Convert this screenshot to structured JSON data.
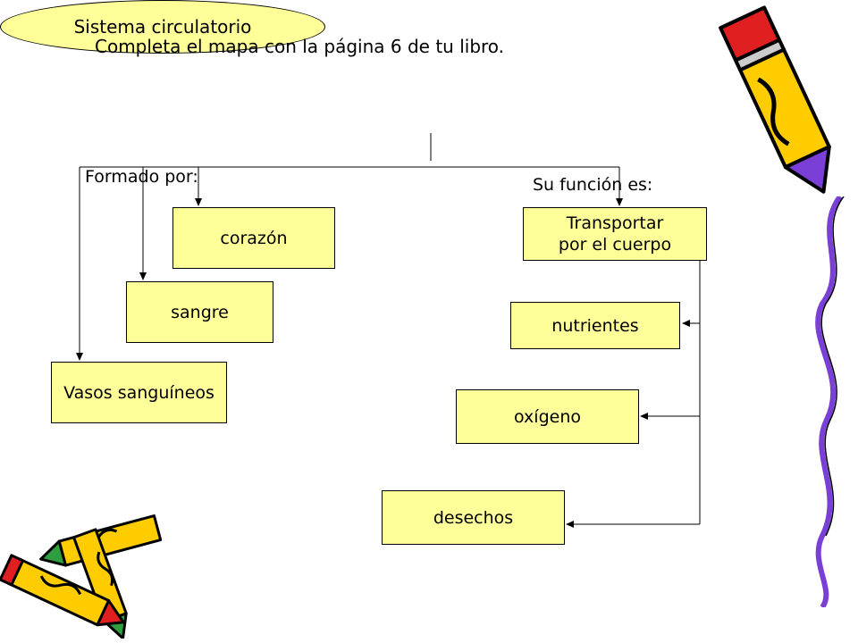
{
  "instruction": "Completa el mapa con la página 6 de tu libro.",
  "root": "Sistema circulatorio",
  "left_branch": {
    "label": "Formado por:",
    "items": [
      "corazón",
      "sangre",
      "Vasos sanguíneos"
    ]
  },
  "right_branch": {
    "label": "Su función es:",
    "function_box": "Transportar\npor el cuerpo",
    "items": [
      "nutrientes",
      "oxígeno",
      "desechos"
    ]
  },
  "colors": {
    "box_fill": "#ffff99",
    "pencil_yellow": "#ffcc00",
    "pencil_purple": "#7a3fd6",
    "pencil_red": "#e02020",
    "pencil_green": "#2e9e3e"
  },
  "decorations": [
    "pencil-icon-right",
    "pencils-icon-bottom-left",
    "squiggle-right"
  ]
}
